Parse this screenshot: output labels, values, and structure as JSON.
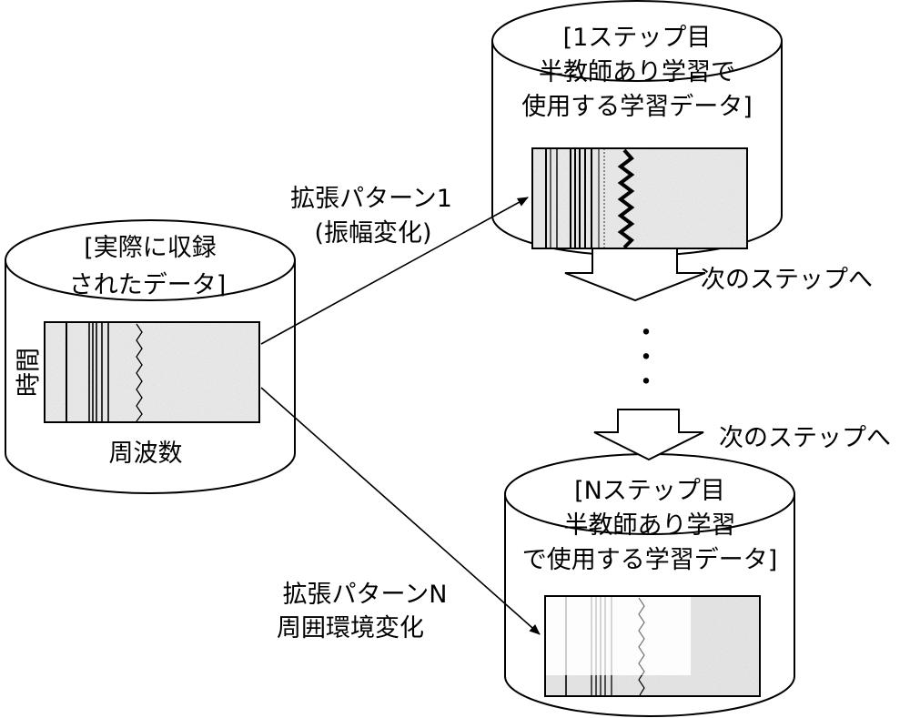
{
  "source_db": {
    "label_lines": [
      "[実際に収録",
      "されたデータ]"
    ],
    "axis_y": "時間",
    "axis_x": "周波数"
  },
  "step1_db": {
    "label_lines": [
      "[1ステップ目",
      "半教師あり学習で",
      "使用する学習データ]"
    ]
  },
  "stepN_db": {
    "label_lines": [
      "[Nステップ目",
      "半教師あり学習",
      "で使用する学習データ]"
    ]
  },
  "pattern1": {
    "lines": [
      "拡張パターン1",
      "(振幅変化)"
    ]
  },
  "patternN": {
    "lines": [
      "拡張パターンN",
      "周囲環境変化"
    ]
  },
  "next_step": [
    "次のステップへ",
    "次のステップへ"
  ],
  "ellipsis": [
    "・",
    "・",
    "・"
  ]
}
